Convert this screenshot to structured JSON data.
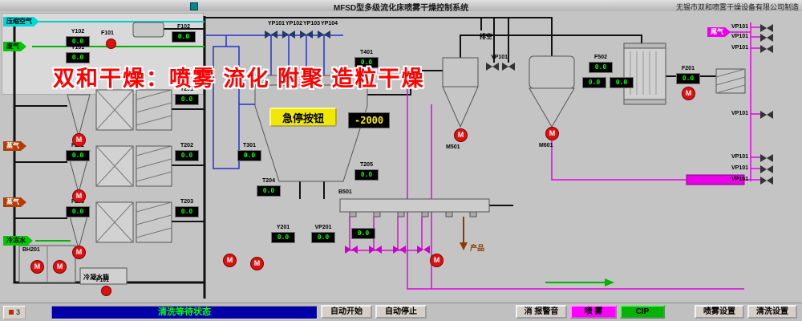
{
  "header": {
    "title": "MFSD型多级流化床喷雾干燥控制系统",
    "manufacturer": "无锡市双和喷雾干燥设备有限公司制造"
  },
  "watermark": {
    "brand": "双和干燥：",
    "slogan": "喷雾 流化 附聚 造粒干燥"
  },
  "streams": [
    {
      "label": "压缩空气",
      "color": "#00d8d8"
    },
    {
      "label": "废气",
      "color": "#00c800"
    },
    {
      "label": "蒸气",
      "color": "#b43c00"
    },
    {
      "label": "蒸气",
      "color": "#b43c00"
    },
    {
      "label": "冷冻水",
      "color": "#00c800"
    }
  ],
  "labels": {
    "vent": "排空",
    "tail_gas": "尾气",
    "product": "产品",
    "condensate_tank": "冷凝水箱"
  },
  "estop_label": "急停按钮",
  "big_display": {
    "value": "-2000"
  },
  "motor_letter": "M",
  "device_tags": {
    "f101": "F101",
    "yp101": "YP101",
    "yp102": "YP102",
    "yp103": "YP103",
    "yp104": "YP104",
    "vp101": "VP101",
    "m501": "M501",
    "m601": "M601",
    "b501": "B501",
    "bh201": "BH201"
  },
  "units": [
    {
      "tag": "Y102",
      "value": "0.0"
    },
    {
      "tag": "Y101",
      "value": "0.0"
    },
    {
      "tag": "F102",
      "value": "0.0"
    },
    {
      "tag": "T201",
      "value": "0.0"
    },
    {
      "tag": "T401",
      "value": "0.0"
    },
    {
      "tag": "F202",
      "value": "0.0"
    },
    {
      "tag": "T202",
      "value": "0.0"
    },
    {
      "tag": "T301",
      "value": "0.0"
    },
    {
      "tag": "F203",
      "value": "0.0"
    },
    {
      "tag": "T203",
      "value": "0.0"
    },
    {
      "tag": "T204",
      "value": "0.0"
    },
    {
      "tag": "T205",
      "value": "0.0"
    },
    {
      "tag": "F502",
      "value": "0.0"
    },
    {
      "tag": "F201",
      "value": "0.0"
    },
    {
      "tag": "Y201",
      "value": "0.0"
    },
    {
      "tag": "VP201",
      "value": "0.0"
    },
    {
      "tag": "",
      "value": "0.0"
    },
    {
      "tag": "",
      "value": "0.0"
    },
    {
      "tag": "",
      "value": "0.0"
    }
  ],
  "colors": {
    "pipe_magenta": "#e800e8",
    "pipe_blue": "#2233cc",
    "pipe_green": "#00b400",
    "pipe_cyan": "#00cccc",
    "display_green": "#00ff00",
    "display_yellow": "#ffee00",
    "estop_yellow": "#f0e800",
    "status_bar_blue": "#0000a8",
    "spray_button": "#ff00ff",
    "cip_button": "#00b400"
  },
  "footer": {
    "counter": "3",
    "status": "清洗等待状态",
    "buttons": [
      {
        "label": "自动开始"
      },
      {
        "label": "自动停止"
      },
      {
        "label": "消 报警音"
      },
      {
        "label": "喷 雾"
      },
      {
        "label": "CIP"
      },
      {
        "label": "喷雾设置"
      },
      {
        "label": "清洗设置"
      }
    ]
  }
}
